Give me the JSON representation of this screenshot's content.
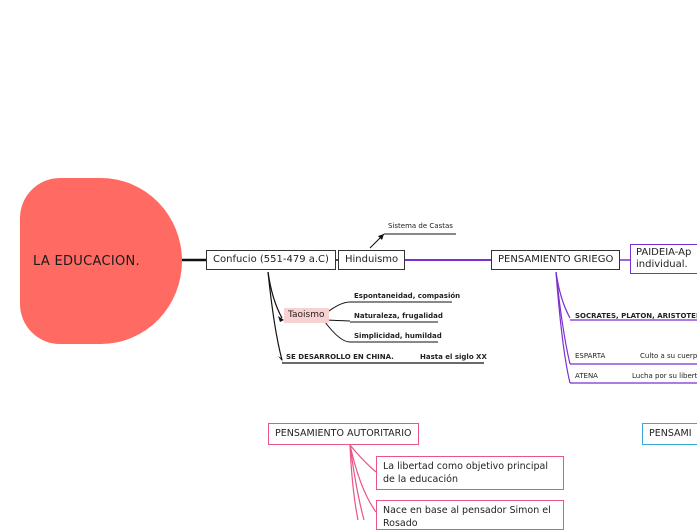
{
  "root": {
    "label": "LA EDUCACION."
  },
  "nodes": {
    "confucio": "Confucio (551-479 a.C)",
    "hinduismo": "Hinduismo",
    "sistema_castas": "Sistema de Castas",
    "taoismo": "Taoismo",
    "espontaneidad": "Espontaneidad, compasión",
    "naturaleza": "Naturaleza, frugalidad",
    "simplicidad": "Simplicidad, humildad",
    "china": "SE DESARROLLO EN CHINA.",
    "siglo_xx": "Hasta el siglo XX",
    "pensamiento_griego": "PENSAMIENTO GRIEGO",
    "paideia": "PAIDEIA-Ap individual.",
    "socrates": "SOCRATES, PLATON, ARISTOTELES",
    "esparta": "ESPARTA",
    "culto": "Culto a su cuerpo",
    "atena": "ATENA",
    "libertad": "Lucha por su libertad",
    "pensamiento_autoritario": "PENSAMIENTO AUTORITARIO",
    "libertad_objetivo": "La libertad como objetivo principal de la educación",
    "nace_base": "Nace en base al pensador Simon el Rosado",
    "pensamiento_cut": "PENSAMI"
  },
  "colors": {
    "root": "#ff6b63",
    "purple": "#7b2fd0",
    "pink": "#e8558a",
    "cyan": "#3aa9d6",
    "dark": "#111111"
  }
}
